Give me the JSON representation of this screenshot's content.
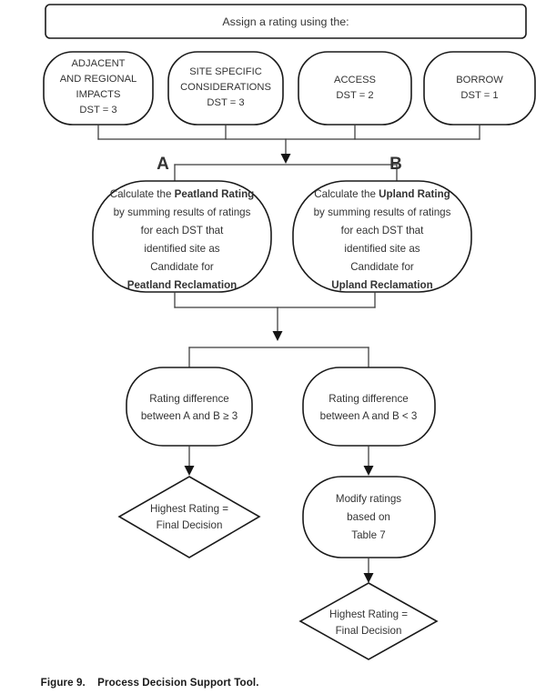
{
  "figure": {
    "caption_label": "Figure 9.",
    "caption_text": "Process Decision Support Tool.",
    "stroke_color": "#1a1a1a",
    "connector_color": "#3a3a3a",
    "text_color": "#333333",
    "background": "#ffffff"
  },
  "header": {
    "label": "Assign a rating using the:"
  },
  "dst_nodes": [
    {
      "line1": "ADJACENT",
      "line2": "AND REGIONAL",
      "line3": "IMPACTS",
      "line4": "DST = 3"
    },
    {
      "line1": "SITE SPECIFIC",
      "line2": "CONSIDERATIONS",
      "line3": "DST = 3",
      "line4": ""
    },
    {
      "line1": "ACCESS",
      "line2": "DST = 2",
      "line3": "",
      "line4": ""
    },
    {
      "line1": "BORROW",
      "line2": "DST = 1",
      "line3": "",
      "line4": ""
    }
  ],
  "branches": {
    "a_label": "A",
    "b_label": "B"
  },
  "rating_nodes": [
    {
      "line1_pre": "Calculate the ",
      "line1_bold": "Peatland Rating",
      "line2": "by summing results of ratings",
      "line3": "for each DST that",
      "line4": "identified site as",
      "line5": "Candidate for",
      "line6_bold": "Peatland Reclamation"
    },
    {
      "line1_pre": "Calculate the ",
      "line1_bold": "Upland Rating",
      "line2": "by summing results of ratings",
      "line3": "for each DST that",
      "line4": "identified site as",
      "line5": "Candidate for",
      "line6_bold": "Upland Reclamation"
    }
  ],
  "difference_nodes": [
    {
      "line1": "Rating difference",
      "line2": "between A and B ≥ 3"
    },
    {
      "line1": "Rating difference",
      "line2": "between A and B < 3"
    }
  ],
  "modify_node": {
    "line1": "Modify ratings",
    "line2": "based on",
    "line3": "Table 7"
  },
  "decision_nodes": [
    {
      "line1": "Highest Rating =",
      "line2": "Final Decision"
    },
    {
      "line1": "Highest Rating =",
      "line2": "Final Decision"
    }
  ]
}
